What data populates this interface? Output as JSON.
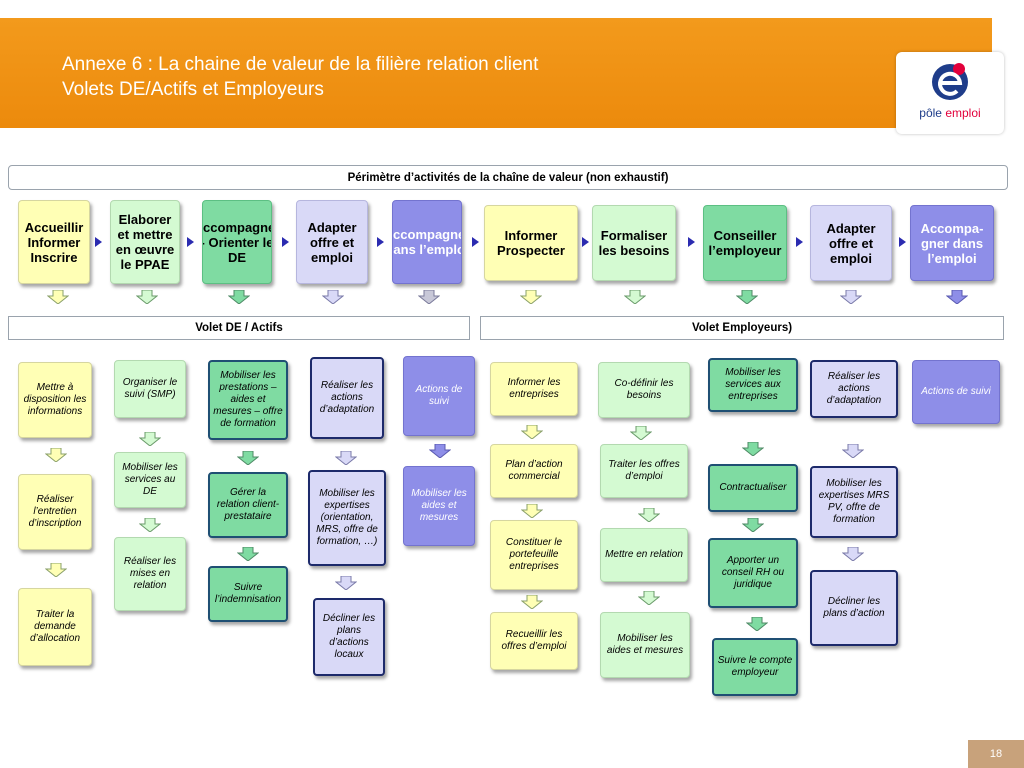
{
  "header": {
    "title_line1": "Annexe 6 : La chaine de valeur de la filière relation client",
    "title_line2": "Volets DE/Actifs et Employeurs",
    "logo_text_main": "pôle ",
    "logo_text_accent": "emploi"
  },
  "perimetre": "Périmètre d’activités de la chaîne de valeur (non exhaustif)",
  "volet_de": "Volet DE / Actifs",
  "volet_emp": "Volet Employeurs)",
  "de_steps": [
    "Accueillir Informer Inscrire",
    "Elaborer et mettre en œuvre le PPAE",
    "Accompagner - Orienter le DE",
    "Adapter offre et emploi",
    "Accompagner dans l’emploi"
  ],
  "emp_steps": [
    "Informer Prospecter",
    "Formaliser les besoins",
    "Conseiller l’employeur",
    "Adapter offre et emploi",
    "Accompa-gner dans l’emploi"
  ],
  "de_col1": [
    "Mettre à disposition les informations",
    "Réaliser l’entretien d’inscription",
    "Traiter la demande d’allocation"
  ],
  "de_col2": [
    "Organiser le suivi (SMP)",
    "Mobiliser les services au DE",
    "Réaliser les mises en relation"
  ],
  "de_col3": [
    "Mobiliser les prestations – aides et mesures – offre de formation",
    "Gérer la relation client-prestataire",
    "Suivre l’indemnisation"
  ],
  "de_col4": [
    "Réaliser les actions d’adaptation",
    "Mobiliser les expertises (orientation, MRS, offre de formation, …)",
    "Décliner les plans d’actions locaux"
  ],
  "de_col5": [
    "Actions de suivi",
    "Mobiliser les aides et mesures"
  ],
  "emp_col1": [
    "Informer les entreprises",
    "Plan d’action commercial",
    "Constituer le portefeuille entreprises",
    "Recueillir les offres d’emploi"
  ],
  "emp_col2": [
    "Co-définir les besoins",
    "Traiter les offres d’emploi",
    "Mettre en relation",
    "Mobiliser les aides et mesures"
  ],
  "emp_col3": [
    "Mobiliser les services aux entreprises",
    "Contractualiser",
    "Apporter un conseil RH ou juridique",
    "Suivre le compte employeur"
  ],
  "emp_col4": [
    "Réaliser les actions d’adaptation",
    "Mobiliser les expertises MRS PV, offre de formation",
    "Décliner les plans d’action"
  ],
  "emp_col5": [
    "Actions de suivi"
  ],
  "page_number": "18",
  "colors": {
    "orange": "#ec8a0c",
    "yellow": "#ffffb5",
    "green": "#d4fad2",
    "teal": "#7fdba2",
    "lavender": "#d9d9f7",
    "purple": "#8e8ee8",
    "arrow": "#2b2bb0"
  }
}
